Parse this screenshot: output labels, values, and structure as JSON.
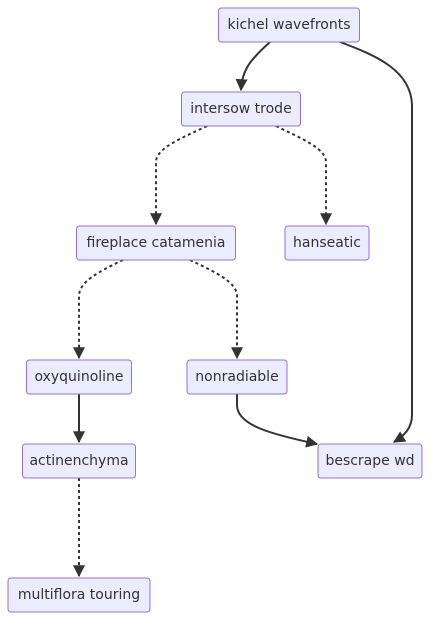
{
  "diagram": {
    "type": "flowchart",
    "direction": "top-down",
    "colors": {
      "node_fill": "#ececff",
      "node_border": "#9370db",
      "edge": "#333333",
      "text": "#333333",
      "background": "#ffffff"
    },
    "nodes": [
      {
        "id": "kichel",
        "label": "kichel wavefronts"
      },
      {
        "id": "intersow",
        "label": "intersow trode"
      },
      {
        "id": "fireplace",
        "label": "fireplace catamenia"
      },
      {
        "id": "hanseatic",
        "label": "hanseatic"
      },
      {
        "id": "oxyquinoline",
        "label": "oxyquinoline"
      },
      {
        "id": "nonradiable",
        "label": "nonradiable"
      },
      {
        "id": "actinenchyma",
        "label": "actinenchyma"
      },
      {
        "id": "bescrape",
        "label": "bescrape wd"
      },
      {
        "id": "multiflora",
        "label": "multiflora touring"
      }
    ],
    "edges": [
      {
        "from": "kichel",
        "to": "intersow",
        "style": "solid"
      },
      {
        "from": "kichel",
        "to": "bescrape",
        "style": "solid"
      },
      {
        "from": "intersow",
        "to": "fireplace",
        "style": "dotted"
      },
      {
        "from": "intersow",
        "to": "hanseatic",
        "style": "dotted"
      },
      {
        "from": "fireplace",
        "to": "oxyquinoline",
        "style": "dotted"
      },
      {
        "from": "fireplace",
        "to": "nonradiable",
        "style": "dotted"
      },
      {
        "from": "oxyquinoline",
        "to": "actinenchyma",
        "style": "solid"
      },
      {
        "from": "nonradiable",
        "to": "bescrape",
        "style": "solid"
      },
      {
        "from": "actinenchyma",
        "to": "multiflora",
        "style": "dotted"
      }
    ]
  }
}
